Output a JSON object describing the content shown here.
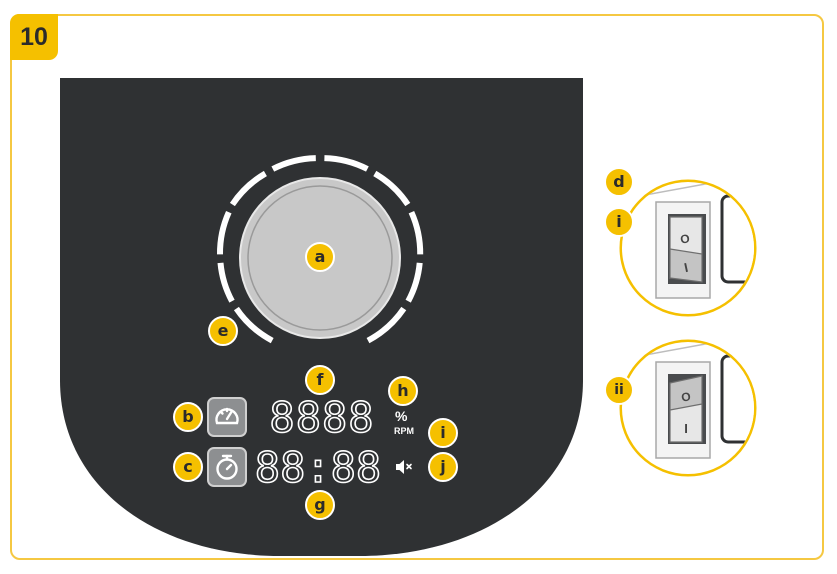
{
  "step": {
    "number": "10"
  },
  "labels": {
    "a": "a",
    "b": "b",
    "c": "c",
    "d": "d",
    "e": "e",
    "f": "f",
    "g": "g",
    "h": "h",
    "i": "i",
    "j": "j",
    "switch_i": "i",
    "switch_ii": "ii"
  },
  "display": {
    "speed_digits": "8888",
    "time_digits": "88:88",
    "unit_percent": "%",
    "unit_rpm": "RPM"
  },
  "switch": {
    "on_symbol": "I",
    "off_symbol": "O"
  },
  "colors": {
    "accent": "#f5c000",
    "panel": "#2f3133",
    "knob": "#c8c8c8",
    "frame": "#f5c842"
  },
  "icons": [
    "speedometer-icon",
    "timer-icon",
    "mute-icon",
    "rocker-switch-icon"
  ]
}
